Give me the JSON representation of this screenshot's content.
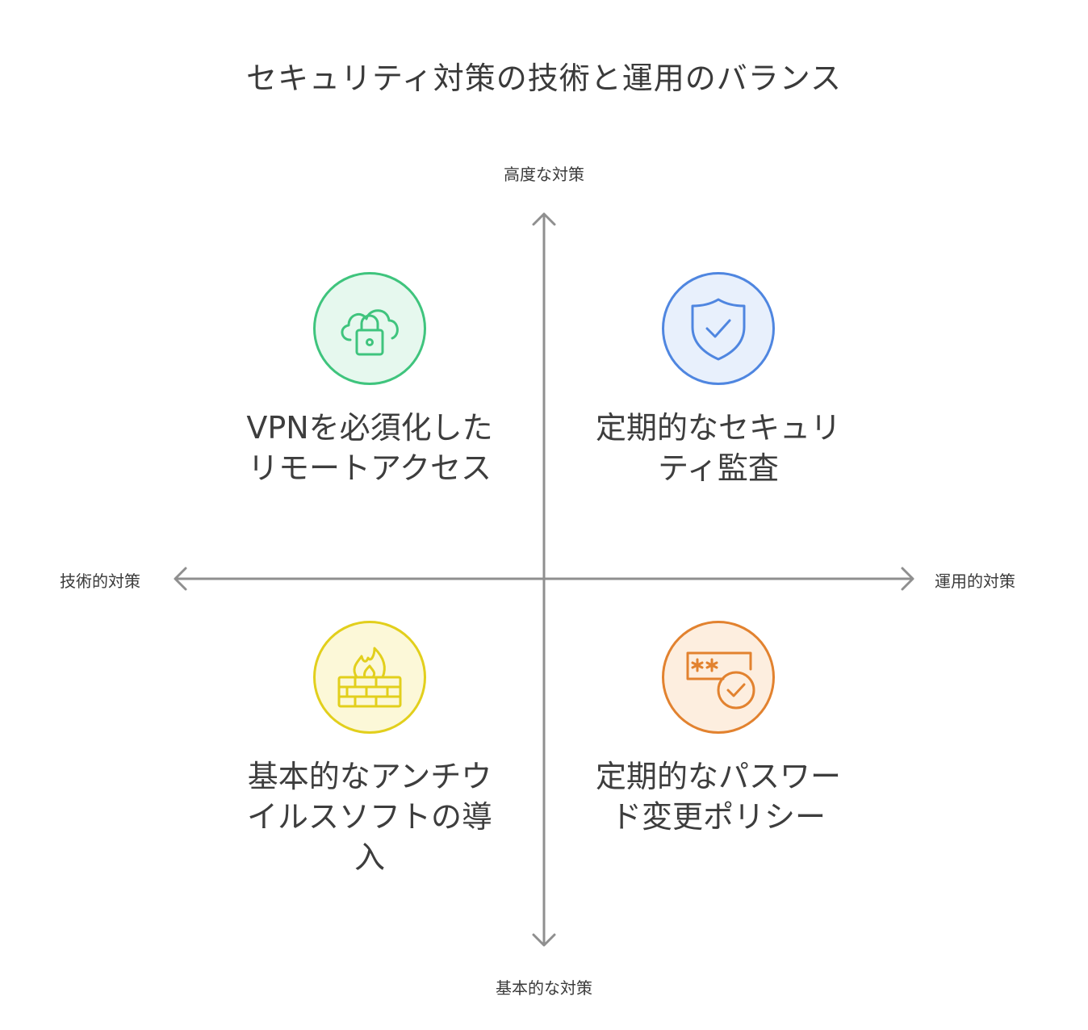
{
  "title": "セキュリティ対策の技術と運用のバランス",
  "axes": {
    "top": "高度な対策",
    "bottom": "基本的な対策",
    "left": "技術的対策",
    "right": "運用的対策"
  },
  "quadrants": {
    "top_left": {
      "label": "VPNを必須化したリモートアクセス",
      "icon": "cloud-lock-icon",
      "color": "#3fc47d",
      "fill": "#e6f8ee"
    },
    "top_right": {
      "label": "定期的なセキュリティ監査",
      "icon": "shield-check-icon",
      "color": "#4f86e0",
      "fill": "#e8f0fc"
    },
    "bottom_left": {
      "label": "基本的なアンチウイルスソフトの導入",
      "icon": "firewall-icon",
      "color": "#e2cf1c",
      "fill": "#fcf8d8"
    },
    "bottom_right": {
      "label": "定期的なパスワード変更ポリシー",
      "icon": "password-check-icon",
      "color": "#e2822f",
      "fill": "#fdeedf"
    }
  }
}
